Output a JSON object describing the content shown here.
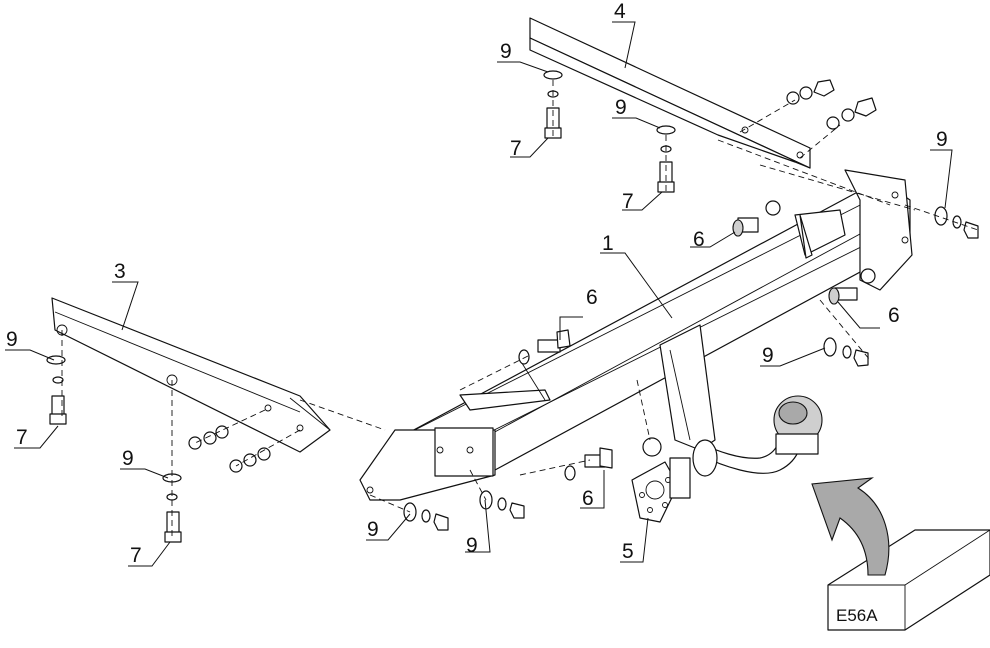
{
  "callouts": {
    "c1": "1",
    "c3": "3",
    "c4": "4",
    "c5": "5",
    "c6": "6",
    "c7": "7",
    "c9": "9"
  },
  "kit_code": "E56A"
}
